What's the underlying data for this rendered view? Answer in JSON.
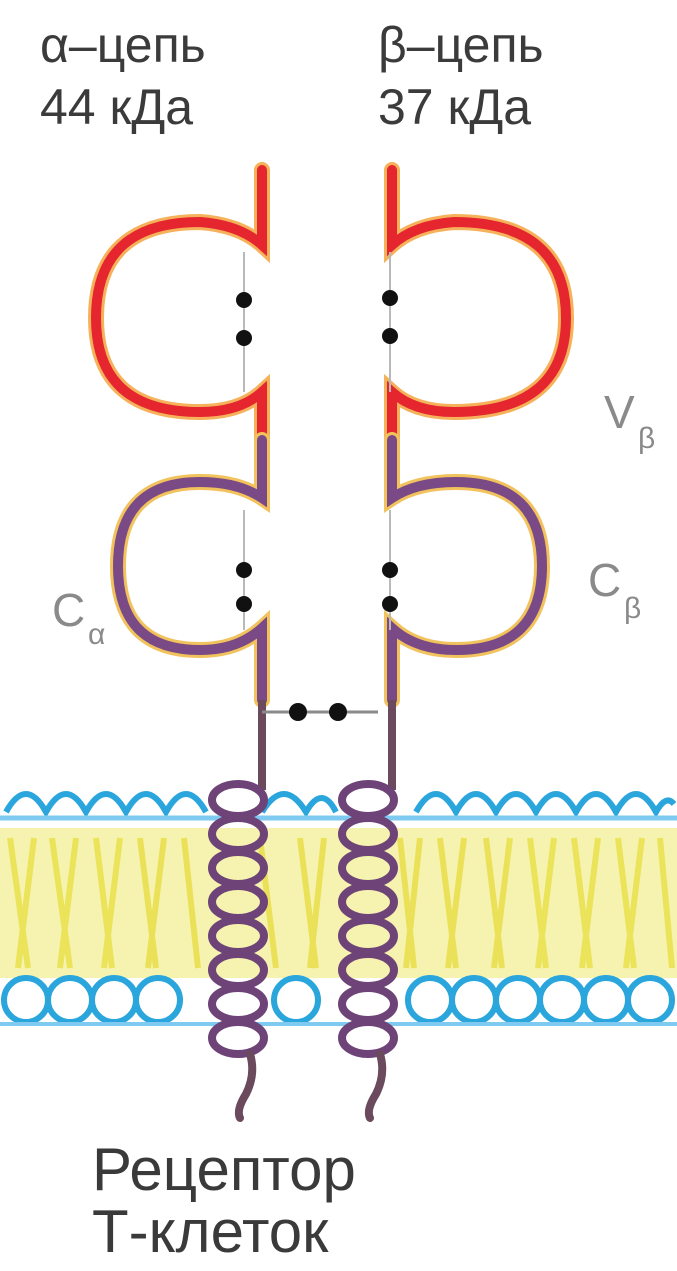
{
  "alpha_chain": {
    "name": "α–цепь",
    "mass": "44 кДа"
  },
  "beta_chain": {
    "name": "β–цепь",
    "mass": "37 кДа"
  },
  "domains": {
    "v_beta": {
      "letter": "V",
      "sub": "β"
    },
    "c_beta": {
      "letter": "C",
      "sub": "β"
    },
    "c_alpha": {
      "letter": "C",
      "sub": "α"
    }
  },
  "caption": {
    "line1": "Рецептор",
    "line2": "Т-клеток"
  },
  "colors": {
    "variable_domain": "#e5262e",
    "variable_domain_glow": "#f6b25b",
    "constant_domain": "#7a4a86",
    "constant_domain_glow": "#f2c25c",
    "membrane_heads": "#2aa6dd",
    "membrane_core": "#f3ee72",
    "transmembrane": "#6e4478",
    "stem": "#6a4a5c"
  },
  "icons": {
    "disulfide": "black-dot",
    "membrane": "lipid-bilayer"
  }
}
